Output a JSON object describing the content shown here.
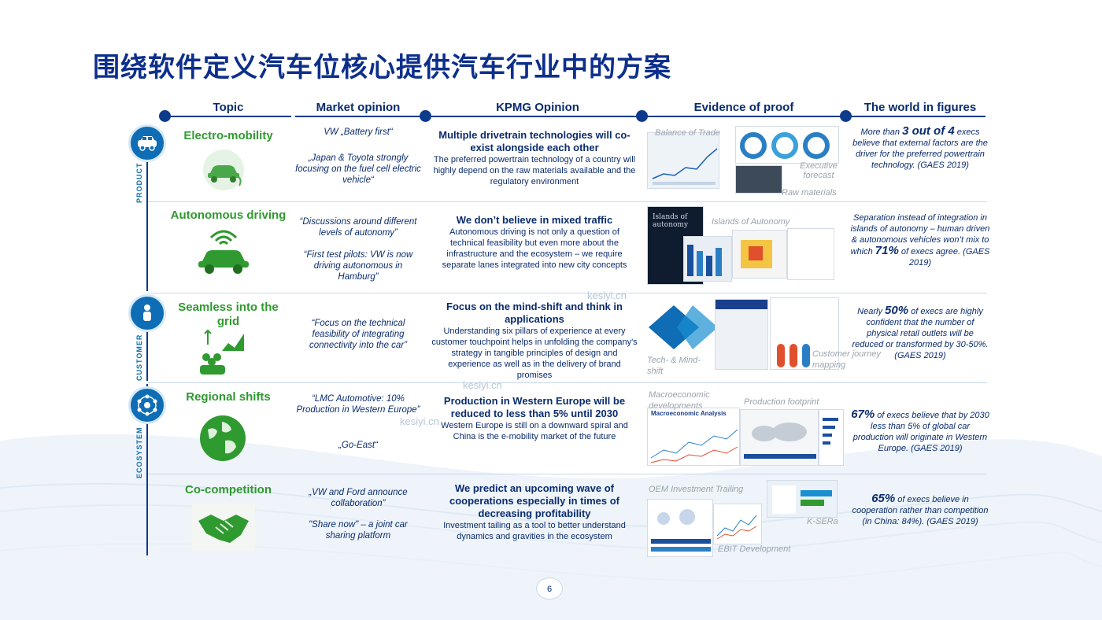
{
  "title": "围绕软件定义汽车位核心提供汽车行业中的方案",
  "columns": {
    "topic": "Topic",
    "market": "Market opinion",
    "kpmg": "KPMG Opinion",
    "evidence": "Evidence of proof",
    "world": "The world in figures"
  },
  "segments": {
    "product": "PRODUCT",
    "customer": "CUSTOMER",
    "ecosystem": "ECOSYSTEM"
  },
  "rows": [
    {
      "topic": "Electro-mobility",
      "market": [
        "VW „Battery first“",
        "„Japan & Toyota strongly focusing on the fuel cell electric vehicle“"
      ],
      "kpmg_head": "Multiple drivetrain technologies will co-exist alongside each other",
      "kpmg_body": "The preferred powertrain technology of a country will highly depend on the raw materials available and the regulatory environment",
      "evidence_labels": [
        "Balance of Trade",
        "Executive forecast",
        "Raw materials"
      ],
      "fig_pre": "More than ",
      "fig_bold": "3 out of 4",
      "fig_post": " execs believe that external factors are the driver for the preferred powertrain technology. (GAES 2019)"
    },
    {
      "topic": "Autonomous driving",
      "market": [
        "“Discussions around different levels of autonomy”",
        "“First test pilots: VW is now driving autonomous in Hamburg”"
      ],
      "kpmg_head": "We don’t believe in mixed traffic",
      "kpmg_body": "Autonomous driving is not only a question of technical feasibility but even more about the infrastructure and the ecosystem – we require separate lanes integrated into new city concepts",
      "evidence_labels": [
        "Islands of Autonomy"
      ],
      "fig_pre": "Separation instead of integration in islands of autonomy – human driven & autonomous vehicles won’t mix to which ",
      "fig_bold": "71%",
      "fig_post": " of execs agree. (GAES 2019)"
    },
    {
      "topic": "Seamless into the grid",
      "market": [
        "“Focus on the technical feasibility of integrating connectivity into the car”"
      ],
      "kpmg_head": "Focus on the mind-shift and think in applications",
      "kpmg_body": "Understanding six pillars of experience at every customer touchpoint helps in unfolding the company's strategy in tangible principles of design and experience as well as in the delivery of brand promises",
      "evidence_labels": [
        "Tech- & Mind-shift",
        "Customer journey mapping"
      ],
      "fig_pre": "Nearly ",
      "fig_bold": "50%",
      "fig_post": " of execs are highly confident that the number of physical retail outlets will be reduced or transformed by 30-50%. (GAES 2019)"
    },
    {
      "topic": "Regional shifts",
      "market": [
        "“LMC Automotive: 10% Production in Western Europe”",
        "„Go-East“"
      ],
      "kpmg_head": "Production in Western Europe will be reduced to less than 5% until 2030",
      "kpmg_body": "Western Europe is still on a downward spiral and China is the e-mobility market of the future",
      "evidence_labels": [
        "Macroeconomic developments",
        "Production footprint"
      ],
      "fig_pre": "",
      "fig_bold": "67%",
      "fig_post": " of execs believe that by 2030 less than 5% of global car production will originate in Western Europe. (GAES 2019)"
    },
    {
      "topic": "Co-competition",
      "market": [
        "„VW and Ford announce collaboration”",
        "\"Share now\" – a joint car sharing platform"
      ],
      "kpmg_head": "We predict an upcoming wave of cooperations especially in times of decreasing profitability",
      "kpmg_body": "Investment tailing as a tool to better understand dynamics and gravities in the ecosystem",
      "evidence_labels": [
        "OEM Investment Trailing",
        "K-SERa",
        "EBIT Development"
      ],
      "fig_pre": "",
      "fig_bold": "65%",
      "fig_post": " of execs believe in cooperation rather than competition (in China: 84%). (GAES 2019)"
    }
  ],
  "thumb_text": {
    "islands": "Islands of autonomy",
    "macro": "Macroeconomic Analysis"
  },
  "watermark": "kesiyi.cn",
  "page_number": "6"
}
